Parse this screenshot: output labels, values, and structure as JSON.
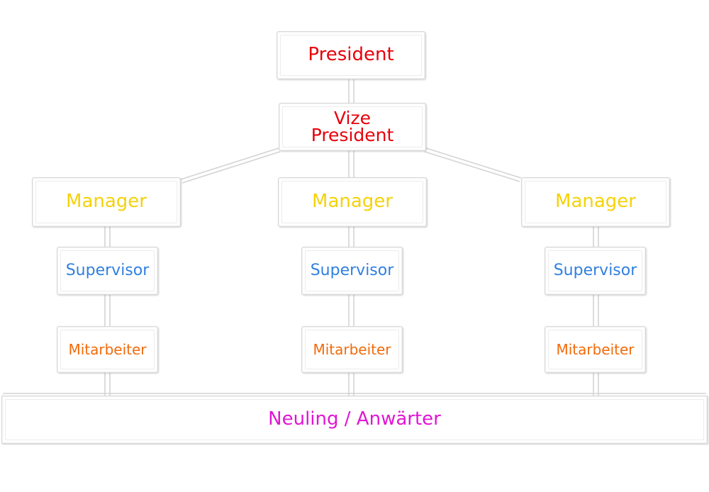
{
  "colors": {
    "president": "#e8000b",
    "vice_president": "#e8000b",
    "manager": "#f5d20a",
    "supervisor": "#2f7fe0",
    "mitarbeiter": "#f26a0a",
    "neuling": "#e016d3",
    "connector": "#d4d4d4"
  },
  "president": {
    "label": "President"
  },
  "vice_president": {
    "label_line1": "Vize",
    "label_line2": "President"
  },
  "branches": [
    {
      "manager": "Manager",
      "supervisor": "Supervisor",
      "mitarbeiter": "Mitarbeiter"
    },
    {
      "manager": "Manager",
      "supervisor": "Supervisor",
      "mitarbeiter": "Mitarbeiter"
    },
    {
      "manager": "Manager",
      "supervisor": "Supervisor",
      "mitarbeiter": "Mitarbeiter"
    }
  ],
  "neuling": {
    "label": "Neuling / Anwärter"
  }
}
